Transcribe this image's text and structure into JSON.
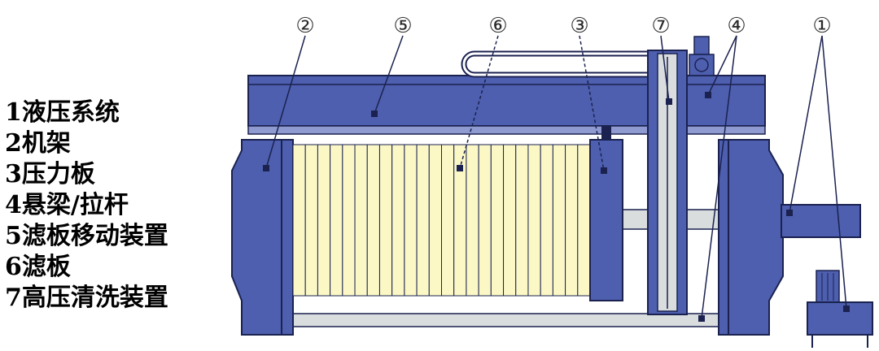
{
  "legend": [
    {
      "num": "1",
      "label": "液压系统"
    },
    {
      "num": "2",
      "label": "机架"
    },
    {
      "num": "3",
      "label": "压力板"
    },
    {
      "num": "4",
      "label": "悬梁/拉杆"
    },
    {
      "num": "5",
      "label": "滤板移动装置"
    },
    {
      "num": "6",
      "label": "滤板"
    },
    {
      "num": "7",
      "label": "高压清洗装置"
    }
  ],
  "callouts": [
    "②",
    "⑤",
    "⑥",
    "③",
    "⑦",
    "④",
    "①"
  ],
  "colors": {
    "frame_blue": "#4d5fae",
    "frame_outline": "#1b2250",
    "plate_fill": "#fbf8c6",
    "rod_gray": "#d9dddd"
  }
}
